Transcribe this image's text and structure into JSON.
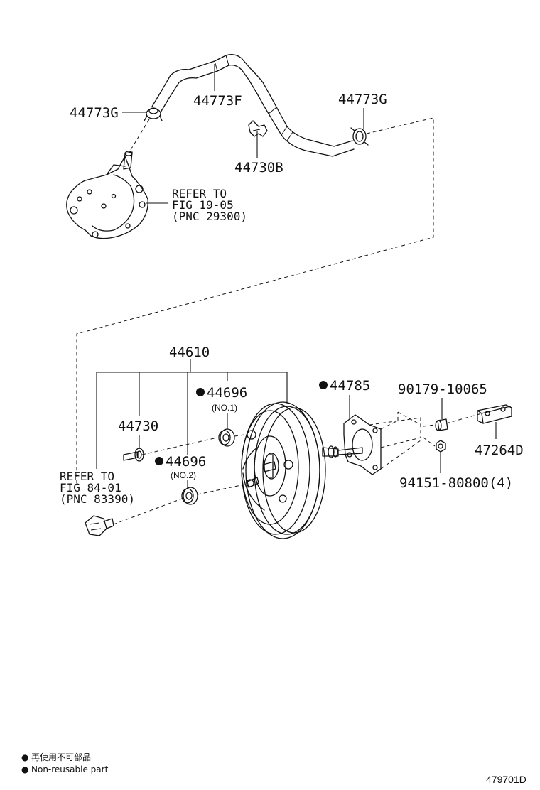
{
  "figure_code": "479701D",
  "legend": {
    "marker": "●",
    "cn": "再使用不可部品",
    "en": "Non-reusable part"
  },
  "parts": {
    "hose_clamp_left": "44773G",
    "vacuum_hose": "44773F",
    "hose_clamp_right": "44773G",
    "hose_clip": "44730B",
    "booster_assembly": "44610",
    "check_valve": "44730",
    "grommet_no1": "44696",
    "grommet_no1_note": "(NO.1)",
    "grommet_no2": "44696",
    "grommet_no2_note": "(NO.2)",
    "gasket": "44785",
    "pin": "90179-10065",
    "nut": "94151-80800(4)",
    "clevis": "47264D"
  },
  "references": {
    "vacuum_pump": [
      "REFER TO",
      "FIG 19-05",
      "(PNC 29300)"
    ],
    "union": [
      "REFER TO",
      "FIG 84-01",
      "(PNC 83390)"
    ]
  }
}
